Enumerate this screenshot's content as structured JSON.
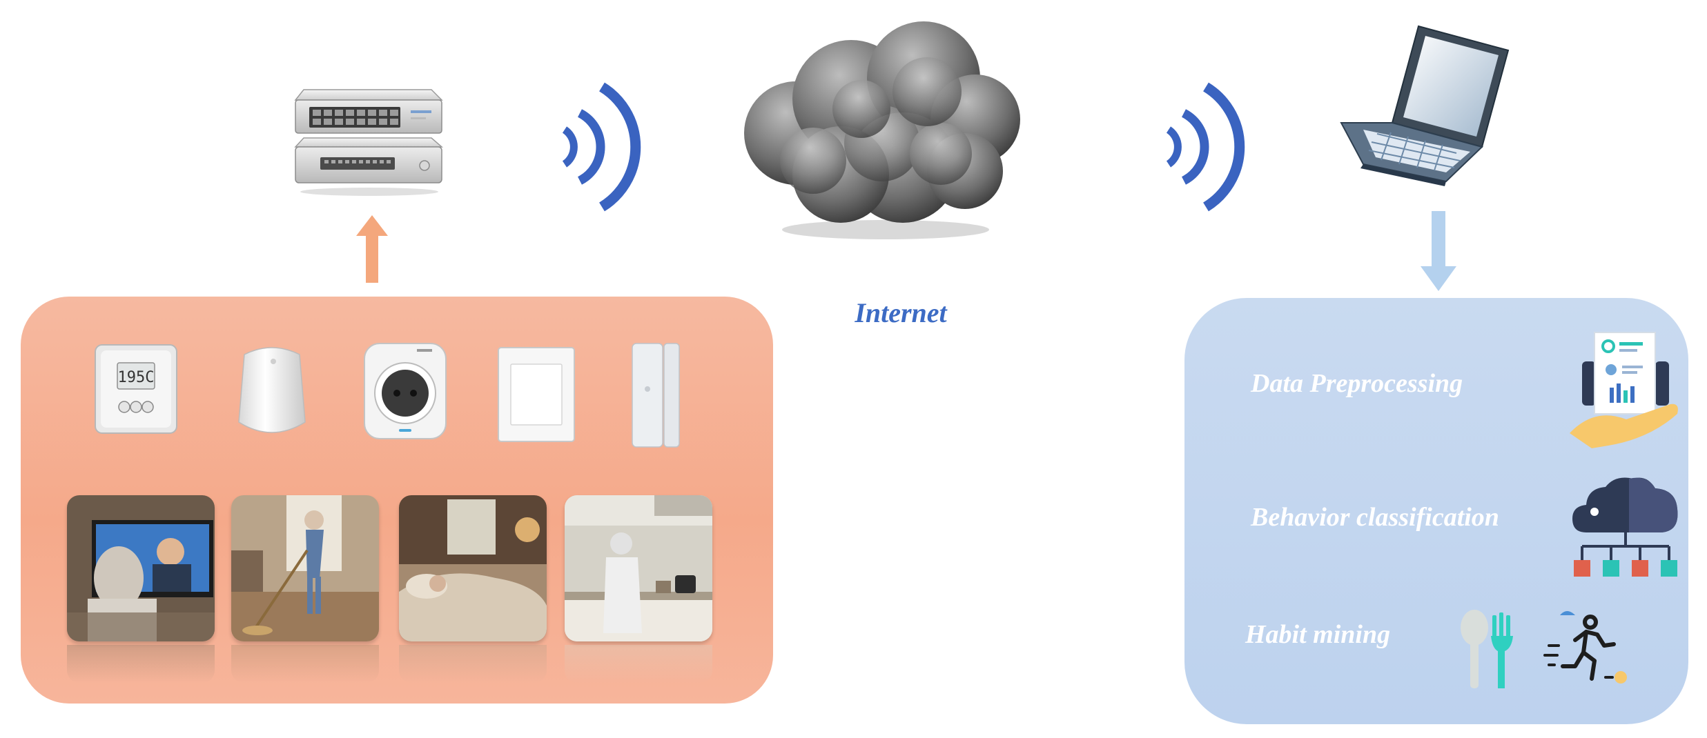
{
  "internet_label": "Internet",
  "analysis_tasks": [
    {
      "label": "Data Preprocessing",
      "icon": "data-report-icon"
    },
    {
      "label": "Behavior classification",
      "icon": "cloud-hierarchy-icon"
    },
    {
      "label": "Habit mining",
      "icon": "eating-utensils-icon"
    }
  ],
  "sensor_devices": [
    {
      "name": "thermostat",
      "display_reading": "195C"
    },
    {
      "name": "motion-sensor"
    },
    {
      "name": "smart-plug"
    },
    {
      "name": "light-switch"
    },
    {
      "name": "door-sensor"
    }
  ],
  "activity_scenes": [
    "watching-tv",
    "sweeping-floor",
    "sleeping",
    "cooking"
  ],
  "colors": {
    "sensor_panel": "#f5a98a",
    "analysis_panel": "#c3d6ef",
    "wifi_arcs": "#3a63c0",
    "up_arrow": "#f4a77c",
    "down_arrow": "#b4d1ee",
    "label_blue": "#3c6bc4"
  }
}
